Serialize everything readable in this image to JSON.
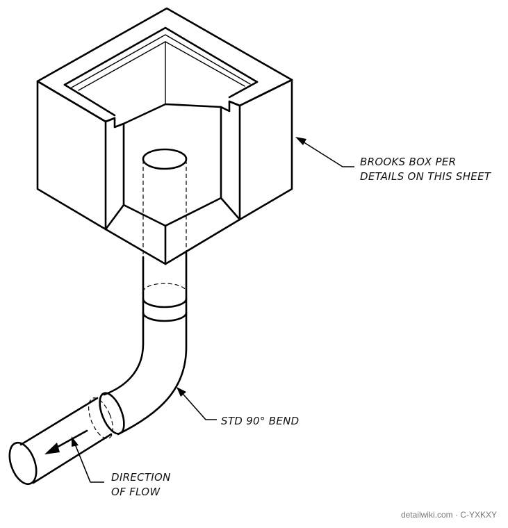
{
  "callouts": {
    "box_line1": "BROOKS BOX PER",
    "box_line2": "DETAILS ON THIS SHEET",
    "bend_label": "STD 90° BEND",
    "flow_line1": "DIRECTION",
    "flow_line2": "OF FLOW"
  },
  "watermark": "detailwiki.com · C-YXKXY",
  "colors": {
    "ink": "#000000",
    "background": "#ffffff",
    "watermark": "#777777"
  }
}
